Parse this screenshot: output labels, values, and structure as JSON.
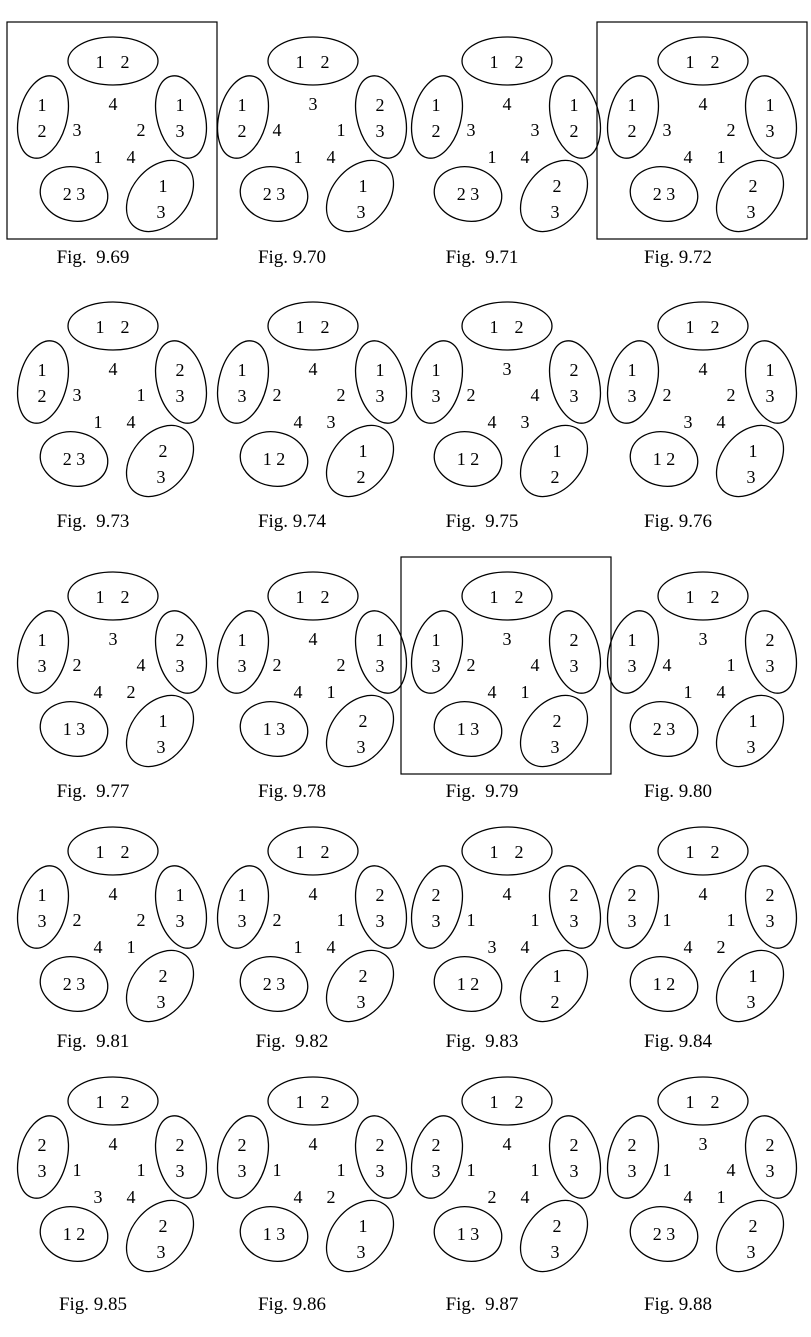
{
  "figures": [
    {
      "caption": "Fig.  9.69",
      "framed": true,
      "e1": [
        "1",
        "2"
      ],
      "e2": [
        "1",
        "2"
      ],
      "e3": [
        "1",
        "3"
      ],
      "e4": [
        "2 3"
      ],
      "e5": [
        "1",
        "3"
      ],
      "c": [
        "4",
        "3",
        "2",
        "1",
        "4"
      ]
    },
    {
      "caption": "Fig. 9.70",
      "framed": false,
      "e1": [
        "1",
        "2"
      ],
      "e2": [
        "1",
        "2"
      ],
      "e3": [
        "2",
        "3"
      ],
      "e4": [
        "2 3"
      ],
      "e5": [
        "1",
        "3"
      ],
      "c": [
        "3",
        "4",
        "1",
        "1",
        "4"
      ]
    },
    {
      "caption": "Fig.  9.71",
      "framed": false,
      "e1": [
        "1",
        "2"
      ],
      "e2": [
        "1",
        "2"
      ],
      "e3": [
        "1",
        "2"
      ],
      "e4": [
        "2 3"
      ],
      "e5": [
        "2",
        "3"
      ],
      "c": [
        "4",
        "3",
        "3",
        "1",
        "4"
      ]
    },
    {
      "caption": "Fig. 9.72",
      "framed": true,
      "e1": [
        "1",
        "2"
      ],
      "e2": [
        "1",
        "2"
      ],
      "e3": [
        "1",
        "3"
      ],
      "e4": [
        "2 3"
      ],
      "e5": [
        "2",
        "3"
      ],
      "c": [
        "4",
        "3",
        "2",
        "4",
        "1"
      ]
    },
    {
      "caption": "Fig.  9.73",
      "framed": false,
      "e1": [
        "1",
        "2"
      ],
      "e2": [
        "1",
        "2"
      ],
      "e3": [
        "2",
        "3"
      ],
      "e4": [
        "2 3"
      ],
      "e5": [
        "2",
        "3"
      ],
      "c": [
        "4",
        "3",
        "1",
        "1",
        "4"
      ]
    },
    {
      "caption": "Fig. 9.74",
      "framed": false,
      "e1": [
        "1",
        "2"
      ],
      "e2": [
        "1",
        "3"
      ],
      "e3": [
        "1",
        "3"
      ],
      "e4": [
        "1 2"
      ],
      "e5": [
        "1",
        "2"
      ],
      "c": [
        "4",
        "2",
        "2",
        "4",
        "3"
      ]
    },
    {
      "caption": "Fig.  9.75",
      "framed": false,
      "e1": [
        "1",
        "2"
      ],
      "e2": [
        "1",
        "3"
      ],
      "e3": [
        "2",
        "3"
      ],
      "e4": [
        "1 2"
      ],
      "e5": [
        "1",
        "2"
      ],
      "c": [
        "3",
        "2",
        "4",
        "4",
        "3"
      ]
    },
    {
      "caption": "Fig. 9.76",
      "framed": false,
      "e1": [
        "1",
        "2"
      ],
      "e2": [
        "1",
        "3"
      ],
      "e3": [
        "1",
        "3"
      ],
      "e4": [
        "1 2"
      ],
      "e5": [
        "1",
        "3"
      ],
      "c": [
        "4",
        "2",
        "2",
        "3",
        "4"
      ]
    },
    {
      "caption": "Fig.  9.77",
      "framed": false,
      "e1": [
        "1",
        "2"
      ],
      "e2": [
        "1",
        "3"
      ],
      "e3": [
        "2",
        "3"
      ],
      "e4": [
        "1 3"
      ],
      "e5": [
        "1",
        "3"
      ],
      "c": [
        "3",
        "2",
        "4",
        "4",
        "2"
      ]
    },
    {
      "caption": "Fig. 9.78",
      "framed": false,
      "e1": [
        "1",
        "2"
      ],
      "e2": [
        "1",
        "3"
      ],
      "e3": [
        "1",
        "3"
      ],
      "e4": [
        "1 3"
      ],
      "e5": [
        "2",
        "3"
      ],
      "c": [
        "4",
        "2",
        "2",
        "4",
        "1"
      ]
    },
    {
      "caption": "Fig.  9.79",
      "framed": true,
      "e1": [
        "1",
        "2"
      ],
      "e2": [
        "1",
        "3"
      ],
      "e3": [
        "2",
        "3"
      ],
      "e4": [
        "1 3"
      ],
      "e5": [
        "2",
        "3"
      ],
      "c": [
        "3",
        "2",
        "4",
        "4",
        "1"
      ]
    },
    {
      "caption": "Fig. 9.80",
      "framed": false,
      "e1": [
        "1",
        "2"
      ],
      "e2": [
        "1",
        "3"
      ],
      "e3": [
        "2",
        "3"
      ],
      "e4": [
        "2 3"
      ],
      "e5": [
        "1",
        "3"
      ],
      "c": [
        "3",
        "4",
        "1",
        "1",
        "4"
      ]
    },
    {
      "caption": "Fig.  9.81",
      "framed": false,
      "e1": [
        "1",
        "2"
      ],
      "e2": [
        "1",
        "3"
      ],
      "e3": [
        "1",
        "3"
      ],
      "e4": [
        "2 3"
      ],
      "e5": [
        "2",
        "3"
      ],
      "c": [
        "4",
        "2",
        "2",
        "4",
        "1"
      ]
    },
    {
      "caption": "Fig.  9.82",
      "framed": false,
      "e1": [
        "1",
        "2"
      ],
      "e2": [
        "1",
        "3"
      ],
      "e3": [
        "2",
        "3"
      ],
      "e4": [
        "2 3"
      ],
      "e5": [
        "2",
        "3"
      ],
      "c": [
        "4",
        "2",
        "1",
        "1",
        "4"
      ]
    },
    {
      "caption": "Fig.  9.83",
      "framed": false,
      "e1": [
        "1",
        "2"
      ],
      "e2": [
        "2",
        "3"
      ],
      "e3": [
        "2",
        "3"
      ],
      "e4": [
        "1 2"
      ],
      "e5": [
        "1",
        "2"
      ],
      "c": [
        "4",
        "1",
        "1",
        "3",
        "4"
      ]
    },
    {
      "caption": "Fig. 9.84",
      "framed": false,
      "e1": [
        "1",
        "2"
      ],
      "e2": [
        "2",
        "3"
      ],
      "e3": [
        "2",
        "3"
      ],
      "e4": [
        "1 2"
      ],
      "e5": [
        "1",
        "3"
      ],
      "c": [
        "4",
        "1",
        "1",
        "4",
        "2"
      ]
    },
    {
      "caption": "Fig. 9.85",
      "framed": false,
      "e1": [
        "1",
        "2"
      ],
      "e2": [
        "2",
        "3"
      ],
      "e3": [
        "2",
        "3"
      ],
      "e4": [
        "1 2"
      ],
      "e5": [
        "2",
        "3"
      ],
      "c": [
        "4",
        "1",
        "1",
        "3",
        "4"
      ]
    },
    {
      "caption": "Fig. 9.86",
      "framed": false,
      "e1": [
        "1",
        "2"
      ],
      "e2": [
        "2",
        "3"
      ],
      "e3": [
        "2",
        "3"
      ],
      "e4": [
        "1 3"
      ],
      "e5": [
        "1",
        "3"
      ],
      "c": [
        "4",
        "1",
        "1",
        "4",
        "2"
      ]
    },
    {
      "caption": "Fig.  9.87",
      "framed": false,
      "e1": [
        "1",
        "2"
      ],
      "e2": [
        "2",
        "3"
      ],
      "e3": [
        "2",
        "3"
      ],
      "e4": [
        "1 3"
      ],
      "e5": [
        "2",
        "3"
      ],
      "c": [
        "4",
        "1",
        "1",
        "2",
        "4"
      ]
    },
    {
      "caption": "Fig. 9.88",
      "framed": false,
      "e1": [
        "1",
        "2"
      ],
      "e2": [
        "2",
        "3"
      ],
      "e3": [
        "2",
        "3"
      ],
      "e4": [
        "2 3"
      ],
      "e5": [
        "2",
        "3"
      ],
      "c": [
        "3",
        "1",
        "4",
        "4",
        "1"
      ]
    }
  ]
}
